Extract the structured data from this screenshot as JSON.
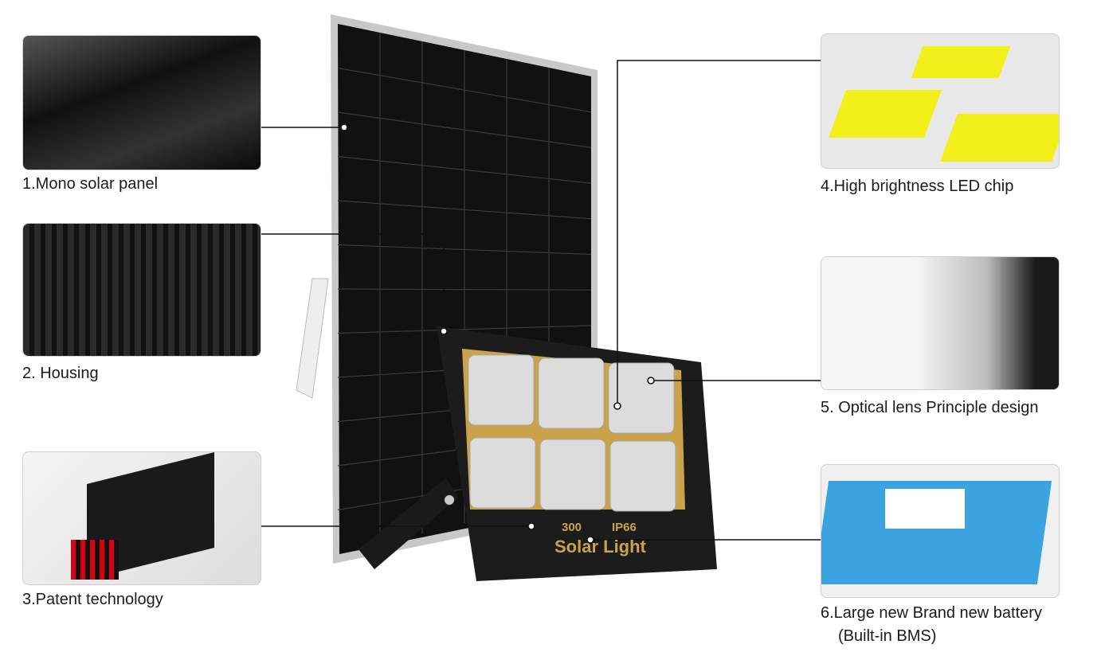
{
  "features": [
    {
      "label": "1.Mono solar panel"
    },
    {
      "label": "2. Housing"
    },
    {
      "label": "3.Patent technology"
    },
    {
      "label": "4.High brightness LED chip"
    },
    {
      "label": "5. Optical lens Principle design"
    },
    {
      "label": "6.Large new Brand new battery",
      "sublabel": "(Built-in BMS)"
    }
  ],
  "product": {
    "wattage": "300",
    "rating": "IP66",
    "name": "Solar Light"
  },
  "colors": {
    "gold": "#c9a24a",
    "panel": "#1b1b1b",
    "led_yellow": "#f2f01a",
    "battery": "#3aa3e0"
  }
}
